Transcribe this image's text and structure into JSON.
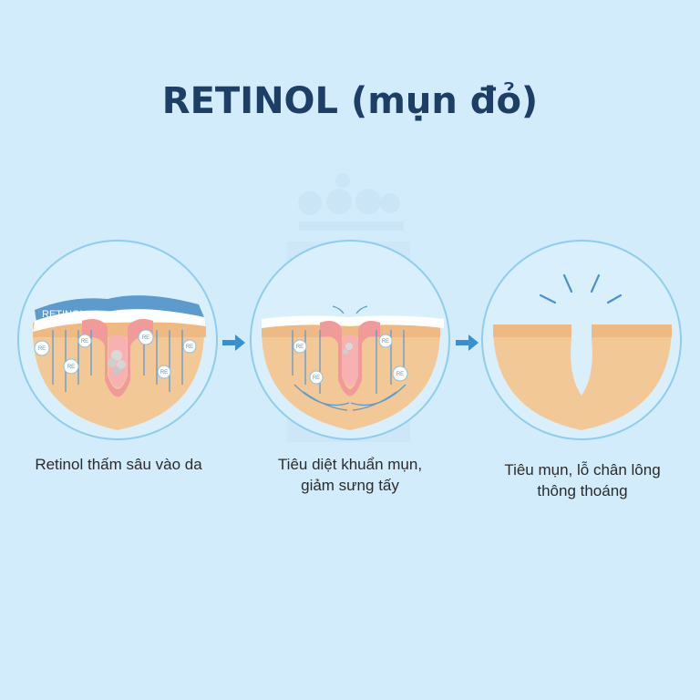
{
  "title": "RETINOL (mụn đỏ)",
  "colors": {
    "background": "#d3ecfb",
    "title": "#1d3f66",
    "circle_outline": "#8fcde9",
    "skin": "#f3c897",
    "skin_top": "#efb983",
    "pimple": "#f19a9a",
    "film": "#5d9bcf",
    "arrow": "#3a8fd0"
  },
  "steps": [
    {
      "film_label": "RETINOL",
      "particle_label": "RE",
      "caption_line1": "Retinol thấm sâu vào da",
      "caption_line2": ""
    },
    {
      "particle_label": "RE",
      "caption_line1": "Tiêu diệt khuẩn mụn,",
      "caption_line2": "giảm sưng tấy"
    },
    {
      "caption_line1": "Tiêu mụn, lỗ chân lông",
      "caption_line2": "thông thoáng"
    }
  ]
}
